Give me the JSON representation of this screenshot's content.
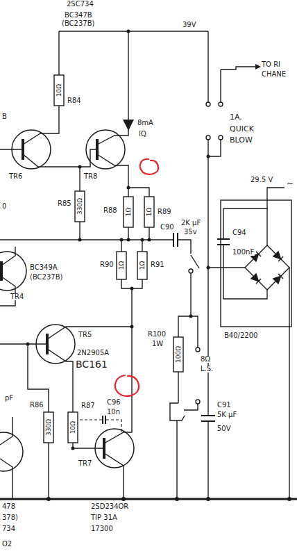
{
  "diagram": {
    "labels": [
      "2SC734",
      "BC347B",
      "(BC237B)",
      "39V",
      "TO RI",
      "CHANE",
      "1A.",
      "QUICK",
      "BLOW",
      "B",
      "10Ω",
      "R84",
      "8mA",
      "IQ",
      "TR6",
      "TR8",
      "R85",
      "330Ω",
      "R88",
      "1Ω",
      "1Ω",
      "R89",
      "C90",
      "2K μF",
      "35v",
      "29.5 V",
      "~",
      "C94",
      "100nF",
      "0",
      "BC349A",
      "(BC237B)",
      "TR4",
      "R90",
      "1Ω",
      "1Ω",
      "R91",
      "R100",
      "1W",
      "100Ω",
      "8Ω",
      "L.S.",
      "B40/2200",
      "TR5",
      "2N2905A",
      "BC161",
      "pF",
      "C96",
      "10n",
      "R86",
      "330Ω",
      "10Ω",
      "R87",
      "TR7",
      "C91",
      "5K μF",
      "50V",
      "478",
      "378)",
      "734",
      "2SD234OR",
      "TIP 31A",
      "17300",
      "O2"
    ]
  }
}
